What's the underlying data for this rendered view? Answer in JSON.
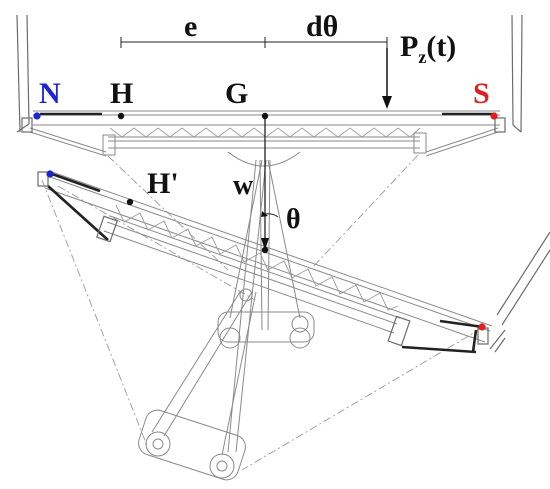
{
  "labels": {
    "e": "e",
    "d_theta": "dθ",
    "force_main": "P",
    "force_sub": "z",
    "force_arg": "(t)",
    "north": "N",
    "south": "S",
    "H": "H",
    "G": "G",
    "H_prime": "H'",
    "w": "w",
    "theta": "θ"
  },
  "colors": {
    "north": "#1c25d6",
    "south": "#e02020",
    "ink": "#111111"
  },
  "icons": {
    "force_arrow": "down-arrow-icon",
    "rotation": "pendulum-rotation"
  }
}
